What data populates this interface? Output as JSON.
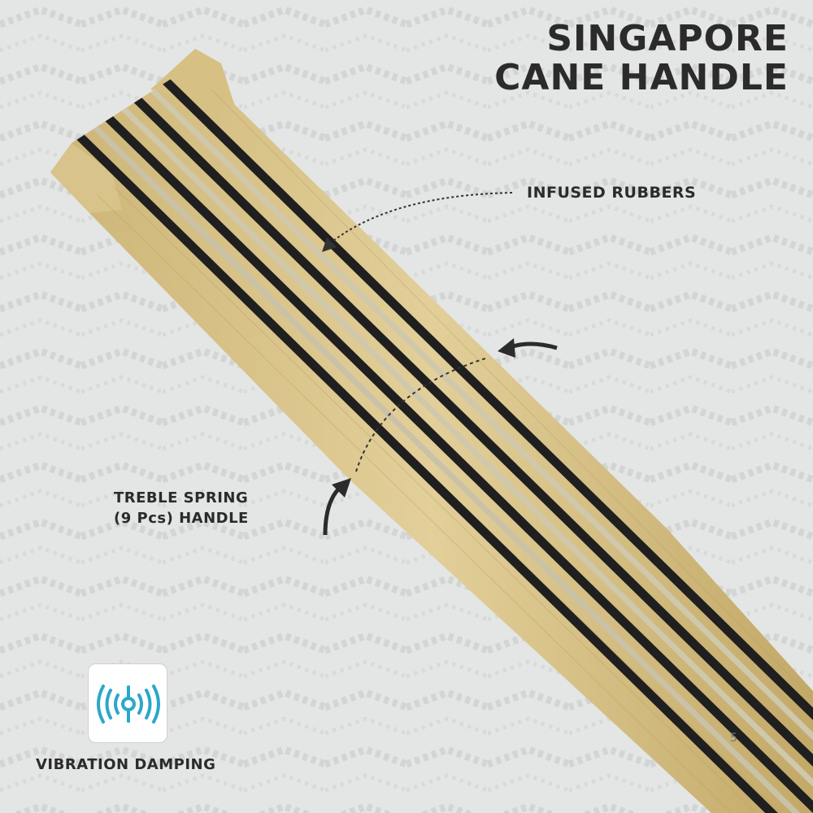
{
  "title": {
    "line1": "SINGAPORE",
    "line2": "CANE HANDLE"
  },
  "callouts": {
    "infused_rubbers": "INFUSED RUBBERS",
    "treble_spring_line1": "TREBLE SPRING",
    "treble_spring_line2": "(9 Pcs) HANDLE"
  },
  "feature_badge": {
    "icon": "vibration-icon",
    "label": "VIBRATION DAMPING"
  },
  "page_number": "5",
  "colors": {
    "background": "#e4e5e5",
    "text": "#2b2b2b",
    "wood": "#d9c48c",
    "rubber": "#1f1f1f",
    "accent_icon": "#2aa8c9"
  }
}
